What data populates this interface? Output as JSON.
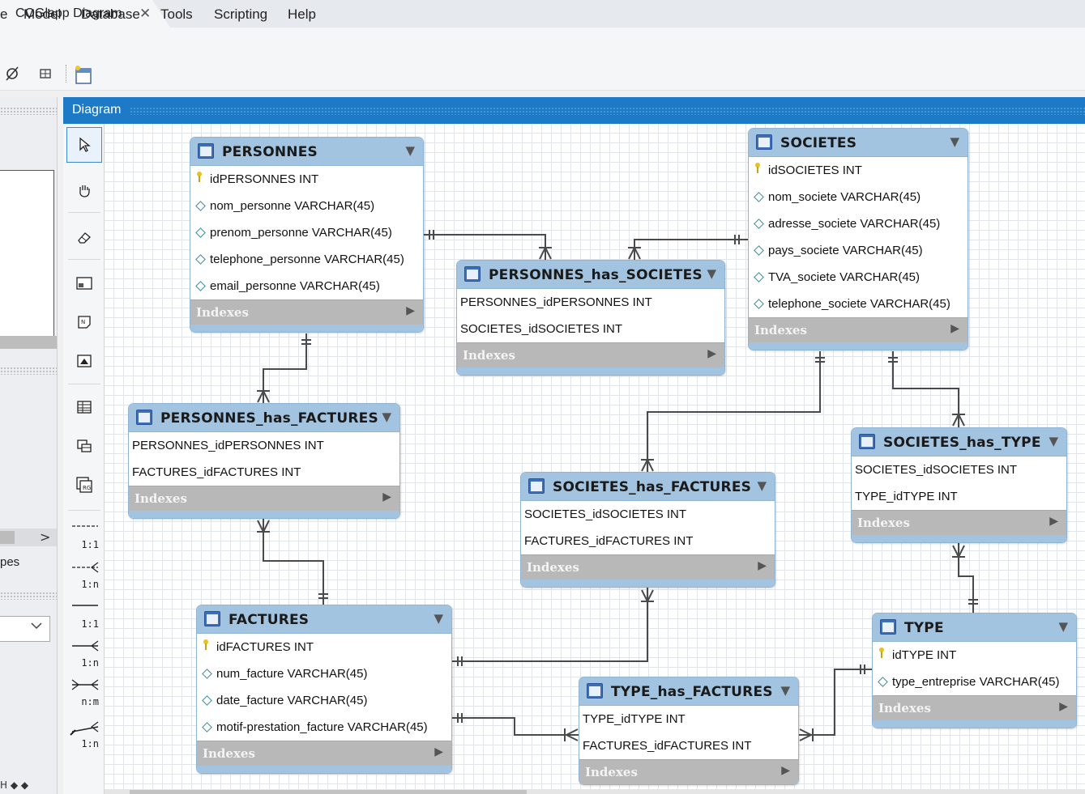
{
  "tab": {
    "title": "COGlapp Diagram",
    "close": "✕"
  },
  "menu": [
    "e",
    "Model",
    "Database",
    "Tools",
    "Scripting",
    "Help"
  ],
  "diagram": {
    "title": "Diagram"
  },
  "left_panel": {
    "item_label": "pes",
    "scroll_arrow": ">",
    "bottom": "H ◆ ◆"
  },
  "palette": {
    "relationships": [
      {
        "label": "1:1",
        "icon": "rel-1-1-nonidentifying-icon"
      },
      {
        "label": "1:n",
        "icon": "rel-1-n-nonidentifying-icon"
      },
      {
        "label": "1:1",
        "icon": "rel-1-1-identifying-icon"
      },
      {
        "label": "1:n",
        "icon": "rel-1-n-identifying-icon"
      },
      {
        "label": "n:m",
        "icon": "rel-n-m-icon"
      },
      {
        "label": "1:n",
        "icon": "rel-1-n-existing-columns-icon"
      }
    ]
  },
  "entities": {
    "personnes": {
      "title": "PERSONNES",
      "columns": [
        {
          "name": "idPERSONNES INT",
          "key": "pk"
        },
        {
          "name": "nom_personne VARCHAR(45)",
          "key": "col"
        },
        {
          "name": "prenom_personne VARCHAR(45)",
          "key": "col"
        },
        {
          "name": "telephone_personne VARCHAR(45)",
          "key": "col"
        },
        {
          "name": "email_personne VARCHAR(45)",
          "key": "col"
        }
      ],
      "indexes": "Indexes"
    },
    "societes": {
      "title": "SOCIETES",
      "columns": [
        {
          "name": "idSOCIETES INT",
          "key": "pk"
        },
        {
          "name": "nom_societe VARCHAR(45)",
          "key": "col"
        },
        {
          "name": "adresse_societe VARCHAR(45)",
          "key": "col"
        },
        {
          "name": "pays_societe VARCHAR(45)",
          "key": "col"
        },
        {
          "name": "TVA_societe VARCHAR(45)",
          "key": "col"
        },
        {
          "name": "telephone_societe VARCHAR(45)",
          "key": "col"
        }
      ],
      "indexes": "Indexes"
    },
    "personnes_has_societes": {
      "title": "PERSONNES_has_SOCIETES",
      "columns": [
        {
          "name": "PERSONNES_idPERSONNES INT",
          "key": "none"
        },
        {
          "name": "SOCIETES_idSOCIETES INT",
          "key": "none"
        }
      ],
      "indexes": "Indexes"
    },
    "personnes_has_factures": {
      "title": "PERSONNES_has_FACTURES",
      "columns": [
        {
          "name": "PERSONNES_idPERSONNES INT",
          "key": "none"
        },
        {
          "name": "FACTURES_idFACTURES INT",
          "key": "none"
        }
      ],
      "indexes": "Indexes"
    },
    "societes_has_factures": {
      "title": "SOCIETES_has_FACTURES",
      "columns": [
        {
          "name": "SOCIETES_idSOCIETES INT",
          "key": "none"
        },
        {
          "name": "FACTURES_idFACTURES INT",
          "key": "none"
        }
      ],
      "indexes": "Indexes"
    },
    "societes_has_type": {
      "title": "SOCIETES_has_TYPE",
      "columns": [
        {
          "name": "SOCIETES_idSOCIETES INT",
          "key": "none"
        },
        {
          "name": "TYPE_idTYPE INT",
          "key": "none"
        }
      ],
      "indexes": "Indexes"
    },
    "factures": {
      "title": "FACTURES",
      "columns": [
        {
          "name": "idFACTURES INT",
          "key": "pk"
        },
        {
          "name": "num_facture VARCHAR(45)",
          "key": "col"
        },
        {
          "name": "date_facture VARCHAR(45)",
          "key": "col"
        },
        {
          "name": "motif-prestation_facture VARCHAR(45)",
          "key": "col"
        }
      ],
      "indexes": "Indexes"
    },
    "type_has_factures": {
      "title": "TYPE_has_FACTURES",
      "columns": [
        {
          "name": "TYPE_idTYPE INT",
          "key": "none"
        },
        {
          "name": "FACTURES_idFACTURES INT",
          "key": "none"
        }
      ],
      "indexes": "Indexes"
    },
    "type": {
      "title": "TYPE",
      "columns": [
        {
          "name": "idTYPE INT",
          "key": "pk"
        },
        {
          "name": "type_entreprise VARCHAR(45)",
          "key": "col"
        }
      ],
      "indexes": "Indexes"
    }
  },
  "colors": {
    "header_blue": "#1c7ac6",
    "entity_header": "#a2c4e0",
    "indexes_bar": "#b8b8b8",
    "connector": "#4a4a4a"
  }
}
